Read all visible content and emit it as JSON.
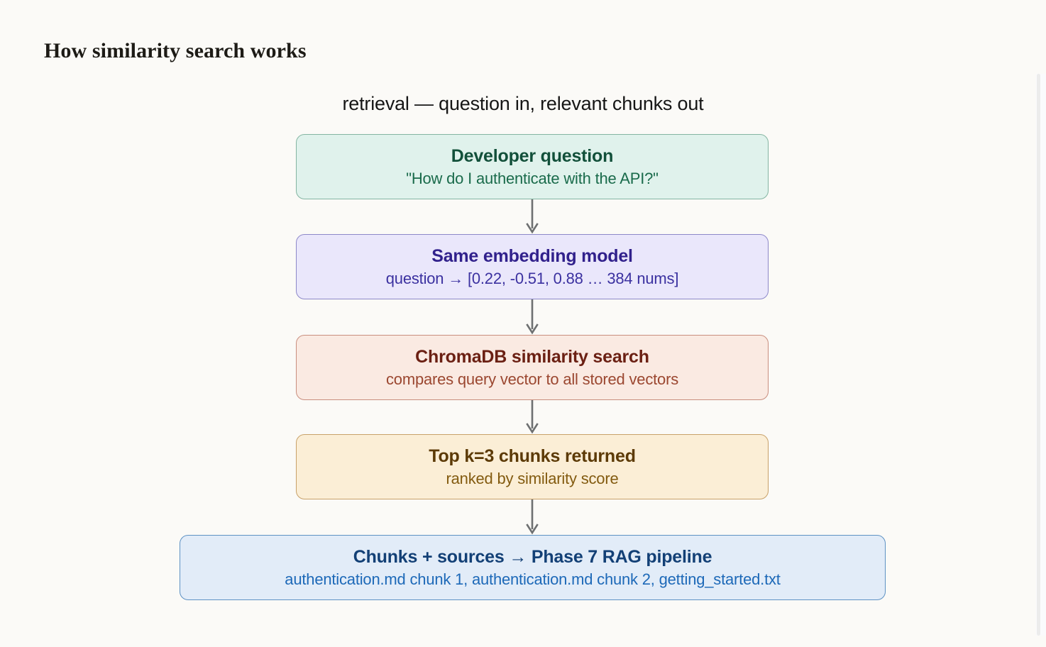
{
  "page": {
    "title": "How similarity search works",
    "background_color": "#fbfaf7"
  },
  "diagram": {
    "subtitle": "retrieval — question in, relevant chunks out",
    "orientation": "top-to-bottom",
    "nodes": [
      {
        "id": "question",
        "title": "Developer question",
        "subtitle": "\"How do I authenticate with the API?\"",
        "fill_color": "#e0f2ec",
        "border_color": "#84b5a2",
        "title_color": "#12503a",
        "subtitle_color": "#1a6b4b"
      },
      {
        "id": "embedding",
        "title": "Same embedding model",
        "subtitle": "question → [0.22, -0.51, 0.88 … 384 nums]",
        "fill_color": "#eae7fb",
        "border_color": "#8d88c9",
        "title_color": "#31218c",
        "subtitle_color": "#3b31a0"
      },
      {
        "id": "search",
        "title": "ChromaDB similarity search",
        "subtitle": "compares query vector to all stored vectors",
        "fill_color": "#faeae2",
        "border_color": "#c98e7e",
        "title_color": "#6b2013",
        "subtitle_color": "#9b4730"
      },
      {
        "id": "topk",
        "title": "Top k=3 chunks returned",
        "subtitle": "ranked by similarity score",
        "fill_color": "#fbeed6",
        "border_color": "#c8a169",
        "title_color": "#5c3a06",
        "subtitle_color": "#835b10"
      },
      {
        "id": "output",
        "title": "Chunks + sources → Phase 7 RAG pipeline",
        "subtitle": "authentication.md chunk 1, authentication.md chunk 2, getting_started.txt",
        "fill_color": "#e2ecf8",
        "border_color": "#5e92c4",
        "title_color": "#134076",
        "subtitle_color": "#1d69b8"
      }
    ],
    "connectors": [
      {
        "from": "question",
        "to": "embedding",
        "icon": "down-arrow-icon",
        "color": "#6e7071"
      },
      {
        "from": "embedding",
        "to": "search",
        "icon": "down-arrow-icon",
        "color": "#6e7071"
      },
      {
        "from": "search",
        "to": "topk",
        "icon": "down-arrow-icon",
        "color": "#6e7071"
      },
      {
        "from": "topk",
        "to": "output",
        "icon": "down-arrow-icon",
        "color": "#6e7071"
      }
    ]
  },
  "scrollbar": {
    "thumb_color": "#ececec",
    "track_color": "#fafafc"
  }
}
